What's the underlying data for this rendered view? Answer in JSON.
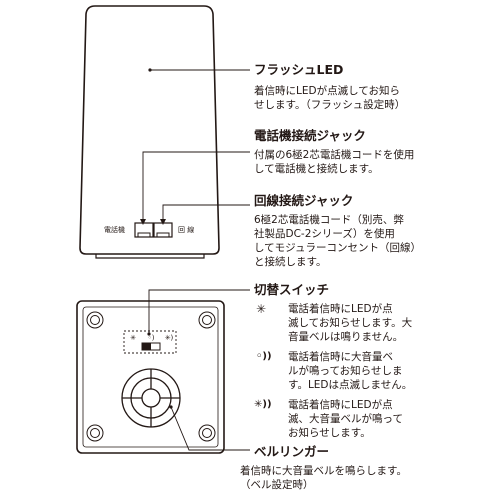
{
  "device_front": {
    "port_labels": {
      "phone": "電話機",
      "line": "回 線"
    }
  },
  "callouts": {
    "flash_led": {
      "title": "フラッシュLED",
      "desc": [
        "着信時にLEDが点滅してお知ら",
        "せします。（フラッシュ設定時）"
      ]
    },
    "phone_jack": {
      "title": "電話機接続ジャック",
      "desc": [
        "付属の6極2芯電話機コードを使用",
        "して電話機と接続します。"
      ]
    },
    "line_jack": {
      "title": "回線接続ジャック",
      "desc": [
        "6極2芯電話機コード（別売、弊",
        "社製品DC-2シリーズ）を使用",
        "してモジュラーコンセント（回線）",
        "と接続します。"
      ]
    },
    "switch": {
      "title": "切替スイッチ",
      "modes": [
        {
          "icon": "led-flash-icon",
          "symbol": "✳",
          "desc": [
            "電話着信時にLEDが点",
            "滅してお知らせします。大",
            "音量ベルは鳴りません。"
          ]
        },
        {
          "icon": "bell-sound-icon",
          "symbol": "◦))",
          "desc": [
            "電話着信時に大音量ベ",
            "ルが鳴ってお知らせしま",
            "す。LEDは点滅しません。"
          ]
        },
        {
          "icon": "led-and-bell-icon",
          "symbol": "✳))",
          "desc": [
            "電話着信時にLEDが点",
            "滅、大音量ベルが鳴って",
            "お知らせします。"
          ]
        }
      ]
    },
    "bell_ringer": {
      "title": "ベルリンガー",
      "desc": [
        "着信時に大音量ベルを鳴らします。",
        "（ベル設定時）"
      ]
    }
  }
}
